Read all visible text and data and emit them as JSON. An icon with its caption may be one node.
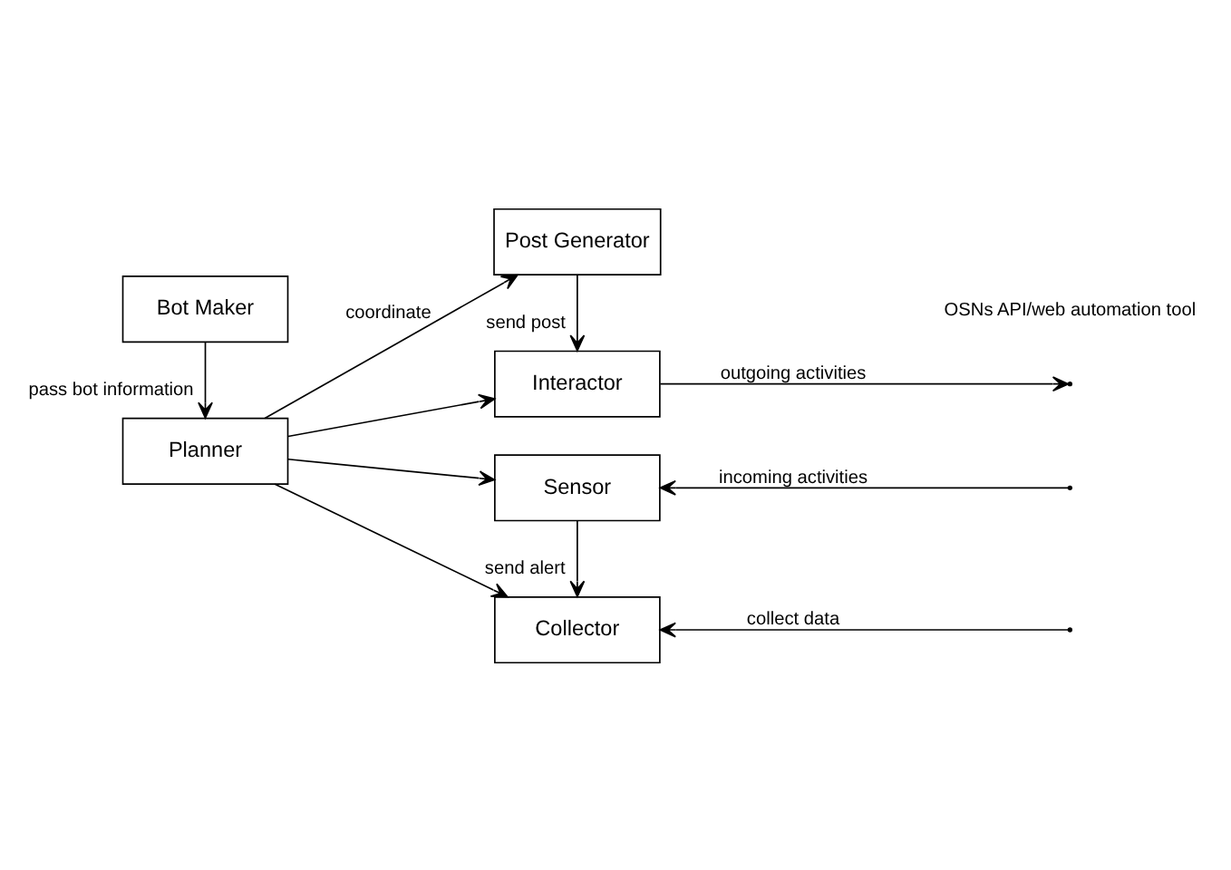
{
  "diagram": {
    "nodes": [
      {
        "text": [
          "Bot Maker"
        ]
      },
      {
        "text": [
          "Planner"
        ]
      },
      {
        "text": [
          "Post Generator"
        ]
      },
      {
        "text": [
          "Interactor"
        ]
      },
      {
        "text": [
          "Sensor"
        ]
      },
      {
        "text": [
          "Collector"
        ]
      }
    ],
    "edges": [
      {
        "from": 0,
        "to": 1,
        "arrow": "to",
        "label": "pass bot information"
      },
      {
        "from": 1,
        "to": 2,
        "arrow": "to",
        "label": "coordinate"
      },
      {
        "from": 1,
        "to": 3,
        "arrow": "to"
      },
      {
        "from": 1,
        "to": 4,
        "arrow": "to"
      },
      {
        "from": 1,
        "to": 5,
        "arrow": "to"
      },
      {
        "from": 2,
        "to": 3,
        "arrow": "to",
        "label": "send post"
      },
      {
        "from": 4,
        "to": 5,
        "arrow": "to",
        "label": "send alert"
      },
      {
        "from": 3,
        "to": null,
        "arrow": "to",
        "label": "outgoing activities"
      },
      {
        "from": null,
        "to": 4,
        "arrow": "to",
        "label": "incoming activities"
      },
      {
        "from": null,
        "to": 5,
        "arrow": "to",
        "label": "collect data"
      }
    ],
    "labels": [
      "OSNs API/web automation tool"
    ]
  }
}
